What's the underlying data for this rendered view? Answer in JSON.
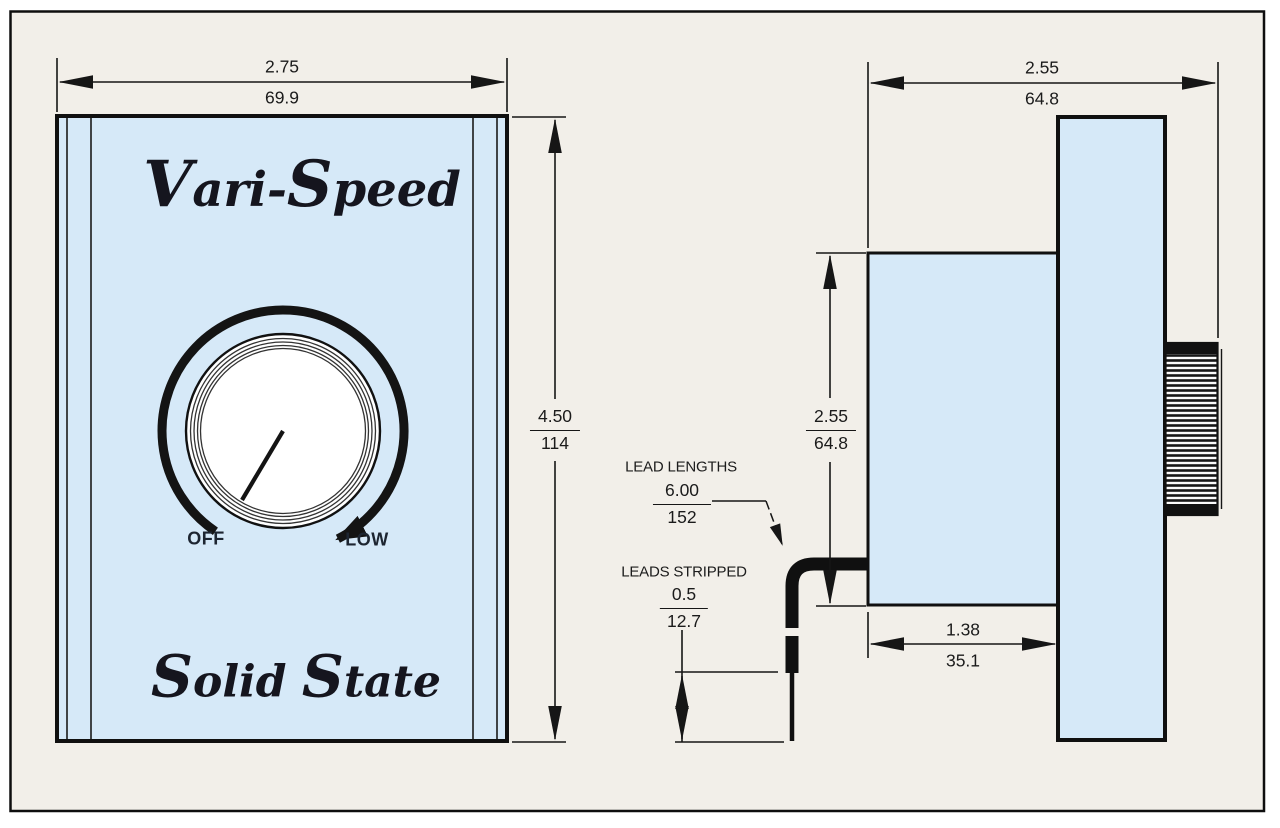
{
  "page": {
    "background": "#f2efe9",
    "panel_blue": "#d6e9f8",
    "line_color": "#161616"
  },
  "front_view": {
    "brand": {
      "l1a": "V",
      "l1b": "ari-",
      "l1c": "S",
      "l1d": "peed",
      "l2a": "S",
      "l2b": "olid ",
      "l2c": "S",
      "l2d": "tate"
    },
    "knob": {
      "off": "OFF",
      "low": "LOW"
    },
    "dims": {
      "width": {
        "in": "2.75",
        "mm": "69.9"
      },
      "height": {
        "in": "4.50",
        "mm": "114"
      }
    }
  },
  "side_view": {
    "dims": {
      "width": {
        "in": "2.55",
        "mm": "64.8"
      },
      "body_height": {
        "in": "2.55",
        "mm": "64.8"
      },
      "body_depth": {
        "in": "1.38",
        "mm": "35.1"
      }
    },
    "callouts": {
      "lead_lengths": {
        "label": "LEAD LENGTHS",
        "in": "6.00",
        "mm": "152"
      },
      "leads_stripped": {
        "label": "LEADS STRIPPED",
        "in": "0.5",
        "mm": "12.7"
      }
    }
  }
}
